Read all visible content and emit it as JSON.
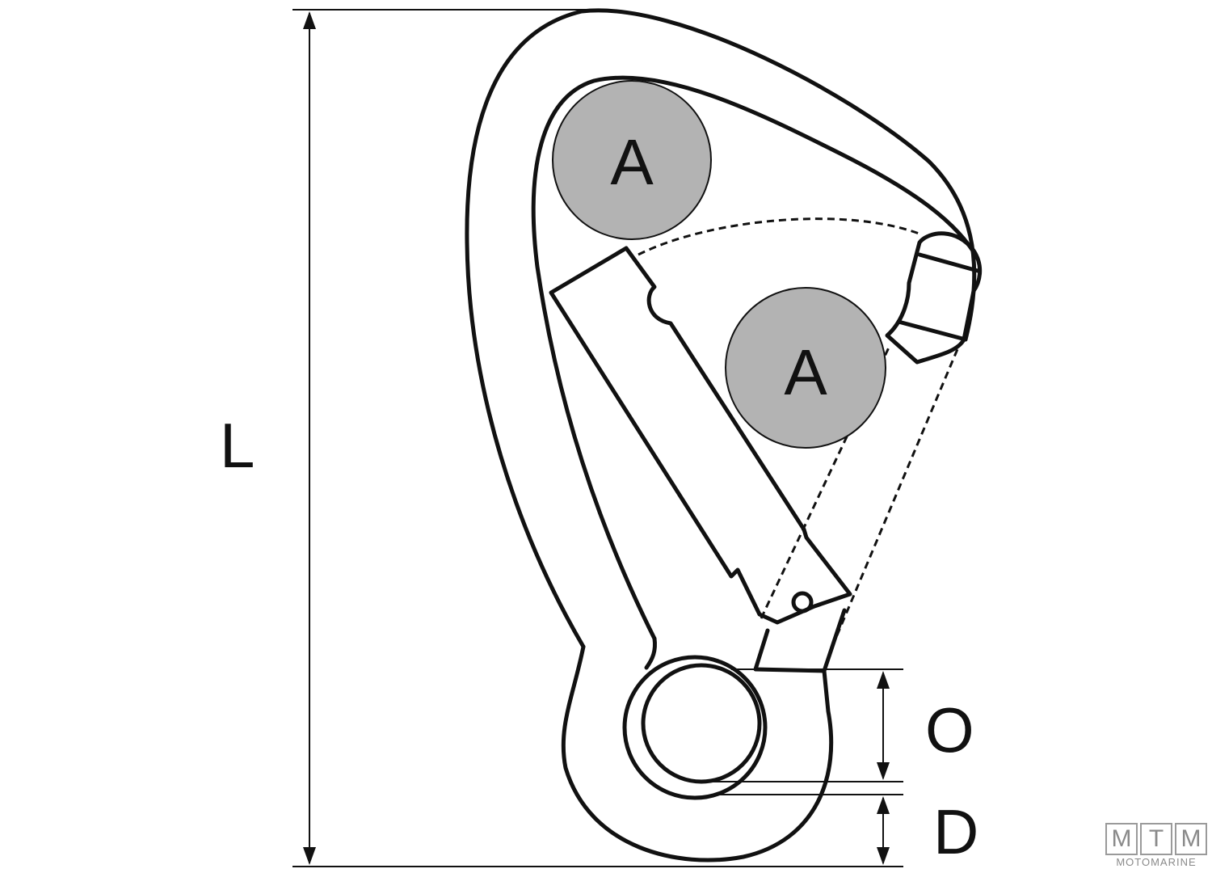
{
  "diagram": {
    "labels": {
      "length": "L",
      "eye_opening": "O",
      "wire_diameter": "D",
      "capacity_upper": "A",
      "capacity_lower": "A"
    },
    "colors": {
      "line": "#111111",
      "capacity_fill": "#b3b3b3",
      "background": "#ffffff"
    }
  },
  "watermark": {
    "letters": [
      "M",
      "T",
      "M"
    ],
    "brand": "MOTOMARINE"
  }
}
